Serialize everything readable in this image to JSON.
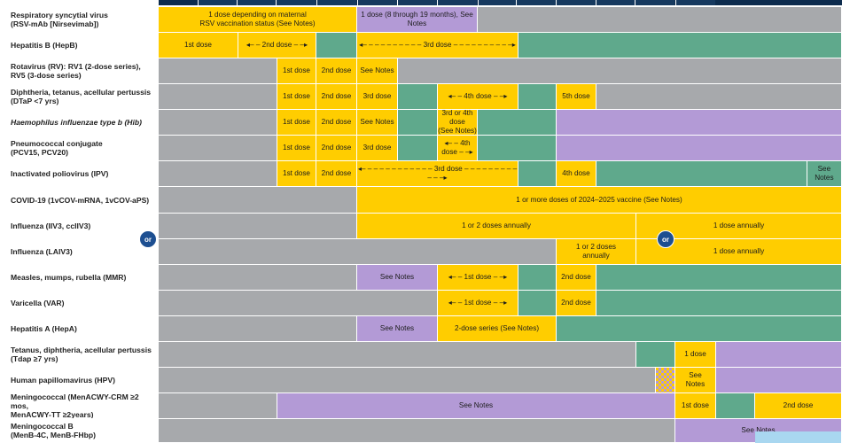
{
  "header_columns": 13,
  "vaccines": [
    {
      "id": "rsv",
      "label": "Respiratory syncytial virus\n(RSV-mAb [Nirsevimab])",
      "italic": false,
      "segments": [
        {
          "c": "yellow",
          "a": 0,
          "b": 4,
          "text": "1 dose depending on maternal\nRSV vaccination status (See Notes)"
        },
        {
          "c": "purple",
          "a": 4,
          "b": 7,
          "text": "1 dose (8 through 19 months), See Notes"
        },
        {
          "c": "gray",
          "a": 7,
          "b": 15,
          "text": ""
        }
      ]
    },
    {
      "id": "hepb",
      "label": "Hepatitis B (HepB)",
      "italic": false,
      "segments": [
        {
          "c": "yellow",
          "a": 0,
          "b": 1,
          "text": "1st dose"
        },
        {
          "c": "yellow",
          "a": 1,
          "b": 3,
          "text": "◂– – 2nd dose – –▸"
        },
        {
          "c": "green",
          "a": 3,
          "b": 4,
          "text": ""
        },
        {
          "c": "yellow",
          "a": 4,
          "b": 8,
          "text": "◂– – – – – – – – – – 3rd dose – – – – – – – – – –▸"
        },
        {
          "c": "green",
          "a": 8,
          "b": 15,
          "text": ""
        }
      ]
    },
    {
      "id": "rv",
      "label": "Rotavirus (RV): RV1 (2-dose series),\nRV5 (3-dose series)",
      "italic": false,
      "segments": [
        {
          "c": "gray",
          "a": 0,
          "b": 2,
          "text": ""
        },
        {
          "c": "yellow",
          "a": 2,
          "b": 3,
          "text": "1st dose"
        },
        {
          "c": "yellow",
          "a": 3,
          "b": 4,
          "text": "2nd dose"
        },
        {
          "c": "yellow",
          "a": 4,
          "b": 5,
          "text": "See Notes"
        },
        {
          "c": "gray",
          "a": 5,
          "b": 15,
          "text": ""
        }
      ]
    },
    {
      "id": "dtap",
      "label": "Diphtheria, tetanus, acellular pertussis\n(DTaP <7 yrs)",
      "italic": false,
      "segments": [
        {
          "c": "gray",
          "a": 0,
          "b": 2,
          "text": ""
        },
        {
          "c": "yellow",
          "a": 2,
          "b": 3,
          "text": "1st dose"
        },
        {
          "c": "yellow",
          "a": 3,
          "b": 4,
          "text": "2nd dose"
        },
        {
          "c": "yellow",
          "a": 4,
          "b": 5,
          "text": "3rd dose"
        },
        {
          "c": "green",
          "a": 5,
          "b": 6,
          "text": ""
        },
        {
          "c": "yellow",
          "a": 6,
          "b": 8,
          "text": "◂– – 4th dose – –▸"
        },
        {
          "c": "green",
          "a": 8,
          "b": 9,
          "text": ""
        },
        {
          "c": "yellow",
          "a": 9,
          "b": 10,
          "text": "5th dose"
        },
        {
          "c": "gray",
          "a": 10,
          "b": 15,
          "text": ""
        }
      ]
    },
    {
      "id": "hib",
      "label": "Haemophilus influenzae type b (Hib)",
      "italic": true,
      "segments": [
        {
          "c": "gray",
          "a": 0,
          "b": 2,
          "text": ""
        },
        {
          "c": "yellow",
          "a": 2,
          "b": 3,
          "text": "1st dose"
        },
        {
          "c": "yellow",
          "a": 3,
          "b": 4,
          "text": "2nd dose"
        },
        {
          "c": "yellow",
          "a": 4,
          "b": 5,
          "text": "See Notes"
        },
        {
          "c": "green",
          "a": 5,
          "b": 6,
          "text": ""
        },
        {
          "c": "yellow",
          "a": 6,
          "b": 7,
          "text": "3rd or 4th dose\n(See Notes)"
        },
        {
          "c": "green",
          "a": 7,
          "b": 9,
          "text": ""
        },
        {
          "c": "purple",
          "a": 9,
          "b": 15,
          "text": ""
        }
      ]
    },
    {
      "id": "pcv",
      "label": "Pneumococcal conjugate\n(PCV15, PCV20)",
      "italic": false,
      "segments": [
        {
          "c": "gray",
          "a": 0,
          "b": 2,
          "text": ""
        },
        {
          "c": "yellow",
          "a": 2,
          "b": 3,
          "text": "1st dose"
        },
        {
          "c": "yellow",
          "a": 3,
          "b": 4,
          "text": "2nd dose"
        },
        {
          "c": "yellow",
          "a": 4,
          "b": 5,
          "text": "3rd dose"
        },
        {
          "c": "green",
          "a": 5,
          "b": 6,
          "text": ""
        },
        {
          "c": "yellow",
          "a": 6,
          "b": 7,
          "text": "◂– – 4th dose – –▸"
        },
        {
          "c": "green",
          "a": 7,
          "b": 9,
          "text": ""
        },
        {
          "c": "purple",
          "a": 9,
          "b": 15,
          "text": ""
        }
      ]
    },
    {
      "id": "ipv",
      "label": "Inactivated poliovirus (IPV)",
      "italic": false,
      "segments": [
        {
          "c": "gray",
          "a": 0,
          "b": 2,
          "text": ""
        },
        {
          "c": "yellow",
          "a": 2,
          "b": 3,
          "text": "1st dose"
        },
        {
          "c": "yellow",
          "a": 3,
          "b": 4,
          "text": "2nd dose"
        },
        {
          "c": "yellow",
          "a": 4,
          "b": 8,
          "text": "◂– – – – – – – – – – – – 3rd dose – – – – – – – – – – – –▸"
        },
        {
          "c": "green",
          "a": 8,
          "b": 9,
          "text": ""
        },
        {
          "c": "yellow",
          "a": 9,
          "b": 10,
          "text": "4th dose"
        },
        {
          "c": "green",
          "a": 10,
          "b": 14.6,
          "text": ""
        },
        {
          "c": "green",
          "a": 14.6,
          "b": 15,
          "text": "See\nNotes"
        }
      ]
    },
    {
      "id": "covid",
      "label": "COVID-19 (1vCOV-mRNA, 1vCOV-aPS)",
      "italic": false,
      "segments": [
        {
          "c": "gray",
          "a": 0,
          "b": 4,
          "text": ""
        },
        {
          "c": "yellow",
          "a": 4,
          "b": 15,
          "text": "1 or more doses of 2024–2025 vaccine (See Notes)"
        }
      ]
    },
    {
      "id": "flu_iiv",
      "label": "Influenza (IIV3, ccIIV3)",
      "italic": false,
      "segments": [
        {
          "c": "gray",
          "a": 0,
          "b": 4,
          "text": ""
        },
        {
          "c": "yellow",
          "a": 4,
          "b": 11,
          "text": "1 or 2 doses annually"
        },
        {
          "c": "yellow",
          "a": 11,
          "b": 15,
          "text": "1 dose annually"
        }
      ]
    },
    {
      "id": "flu_laiv",
      "label": "Influenza (LAIV3)",
      "italic": false,
      "segments": [
        {
          "c": "gray",
          "a": 0,
          "b": 9,
          "text": ""
        },
        {
          "c": "yellow",
          "a": 9,
          "b": 11,
          "text": "1 or 2 doses\nannually"
        },
        {
          "c": "yellow",
          "a": 11,
          "b": 15,
          "text": "1 dose annually"
        }
      ]
    },
    {
      "id": "mmr",
      "label": "Measles, mumps, rubella (MMR)",
      "italic": false,
      "segments": [
        {
          "c": "gray",
          "a": 0,
          "b": 4,
          "text": ""
        },
        {
          "c": "purple",
          "a": 4,
          "b": 6,
          "text": "See Notes"
        },
        {
          "c": "yellow",
          "a": 6,
          "b": 8,
          "text": "◂– – 1st dose – –▸"
        },
        {
          "c": "green",
          "a": 8,
          "b": 9,
          "text": ""
        },
        {
          "c": "yellow",
          "a": 9,
          "b": 10,
          "text": "2nd dose"
        },
        {
          "c": "green",
          "a": 10,
          "b": 15,
          "text": ""
        }
      ]
    },
    {
      "id": "var",
      "label": "Varicella (VAR)",
      "italic": false,
      "segments": [
        {
          "c": "gray",
          "a": 0,
          "b": 6,
          "text": ""
        },
        {
          "c": "yellow",
          "a": 6,
          "b": 8,
          "text": "◂– – 1st dose – –▸"
        },
        {
          "c": "green",
          "a": 8,
          "b": 9,
          "text": ""
        },
        {
          "c": "yellow",
          "a": 9,
          "b": 10,
          "text": "2nd dose"
        },
        {
          "c": "green",
          "a": 10,
          "b": 15,
          "text": ""
        }
      ]
    },
    {
      "id": "hepa",
      "label": "Hepatitis A (HepA)",
      "italic": false,
      "segments": [
        {
          "c": "gray",
          "a": 0,
          "b": 4,
          "text": ""
        },
        {
          "c": "purple",
          "a": 4,
          "b": 6,
          "text": "See Notes"
        },
        {
          "c": "yellow",
          "a": 6,
          "b": 9,
          "text": "2-dose series (See Notes)"
        },
        {
          "c": "green",
          "a": 9,
          "b": 15,
          "text": ""
        }
      ]
    },
    {
      "id": "tdap",
      "label": "Tetanus, diphtheria, acellular pertussis\n(Tdap ≥7 yrs)",
      "italic": false,
      "segments": [
        {
          "c": "gray",
          "a": 0,
          "b": 11,
          "text": ""
        },
        {
          "c": "green",
          "a": 11,
          "b": 12,
          "text": ""
        },
        {
          "c": "yellow",
          "a": 12,
          "b": 13,
          "text": "1 dose"
        },
        {
          "c": "purple",
          "a": 13,
          "b": 15,
          "text": ""
        }
      ]
    },
    {
      "id": "hpv",
      "label": "Human papillomavirus (HPV)",
      "italic": false,
      "segments": [
        {
          "c": "gray",
          "a": 0,
          "b": 11.5,
          "text": ""
        },
        {
          "c": "checker",
          "a": 11.5,
          "b": 12,
          "text": ""
        },
        {
          "c": "yellow",
          "a": 12,
          "b": 13,
          "text": "See\nNotes"
        },
        {
          "c": "purple",
          "a": 13,
          "b": 15,
          "text": ""
        }
      ]
    },
    {
      "id": "menacwy",
      "label": "Meningococcal (MenACWY-CRM ≥2 mos,\nMenACWY-TT ≥2years)",
      "italic": false,
      "segments": [
        {
          "c": "gray",
          "a": 0,
          "b": 2,
          "text": ""
        },
        {
          "c": "purple",
          "a": 2,
          "b": 12,
          "text": "See Notes"
        },
        {
          "c": "yellow",
          "a": 12,
          "b": 13,
          "text": "1st dose"
        },
        {
          "c": "green",
          "a": 13,
          "b": 14,
          "text": ""
        },
        {
          "c": "yellow",
          "a": 14,
          "b": 15,
          "text": "2nd dose"
        }
      ]
    },
    {
      "id": "menb",
      "label": "Meningococcal B\n(MenB-4C, MenB-FHbp)",
      "italic": false,
      "segments": [
        {
          "c": "gray",
          "a": 0,
          "b": 12,
          "text": ""
        },
        {
          "c": "purple",
          "a": 12,
          "b": 15,
          "text": "See Notes"
        }
      ]
    }
  ],
  "or_badges": [
    "or",
    "or"
  ],
  "colors": {
    "gray": "#a7a9ac",
    "yellow": "#ffcd00",
    "green": "#5fa98c",
    "purple": "#b39ad6",
    "blue": "#a9d7f0",
    "header": "#16395f",
    "or_badge": "#1d4f91"
  }
}
